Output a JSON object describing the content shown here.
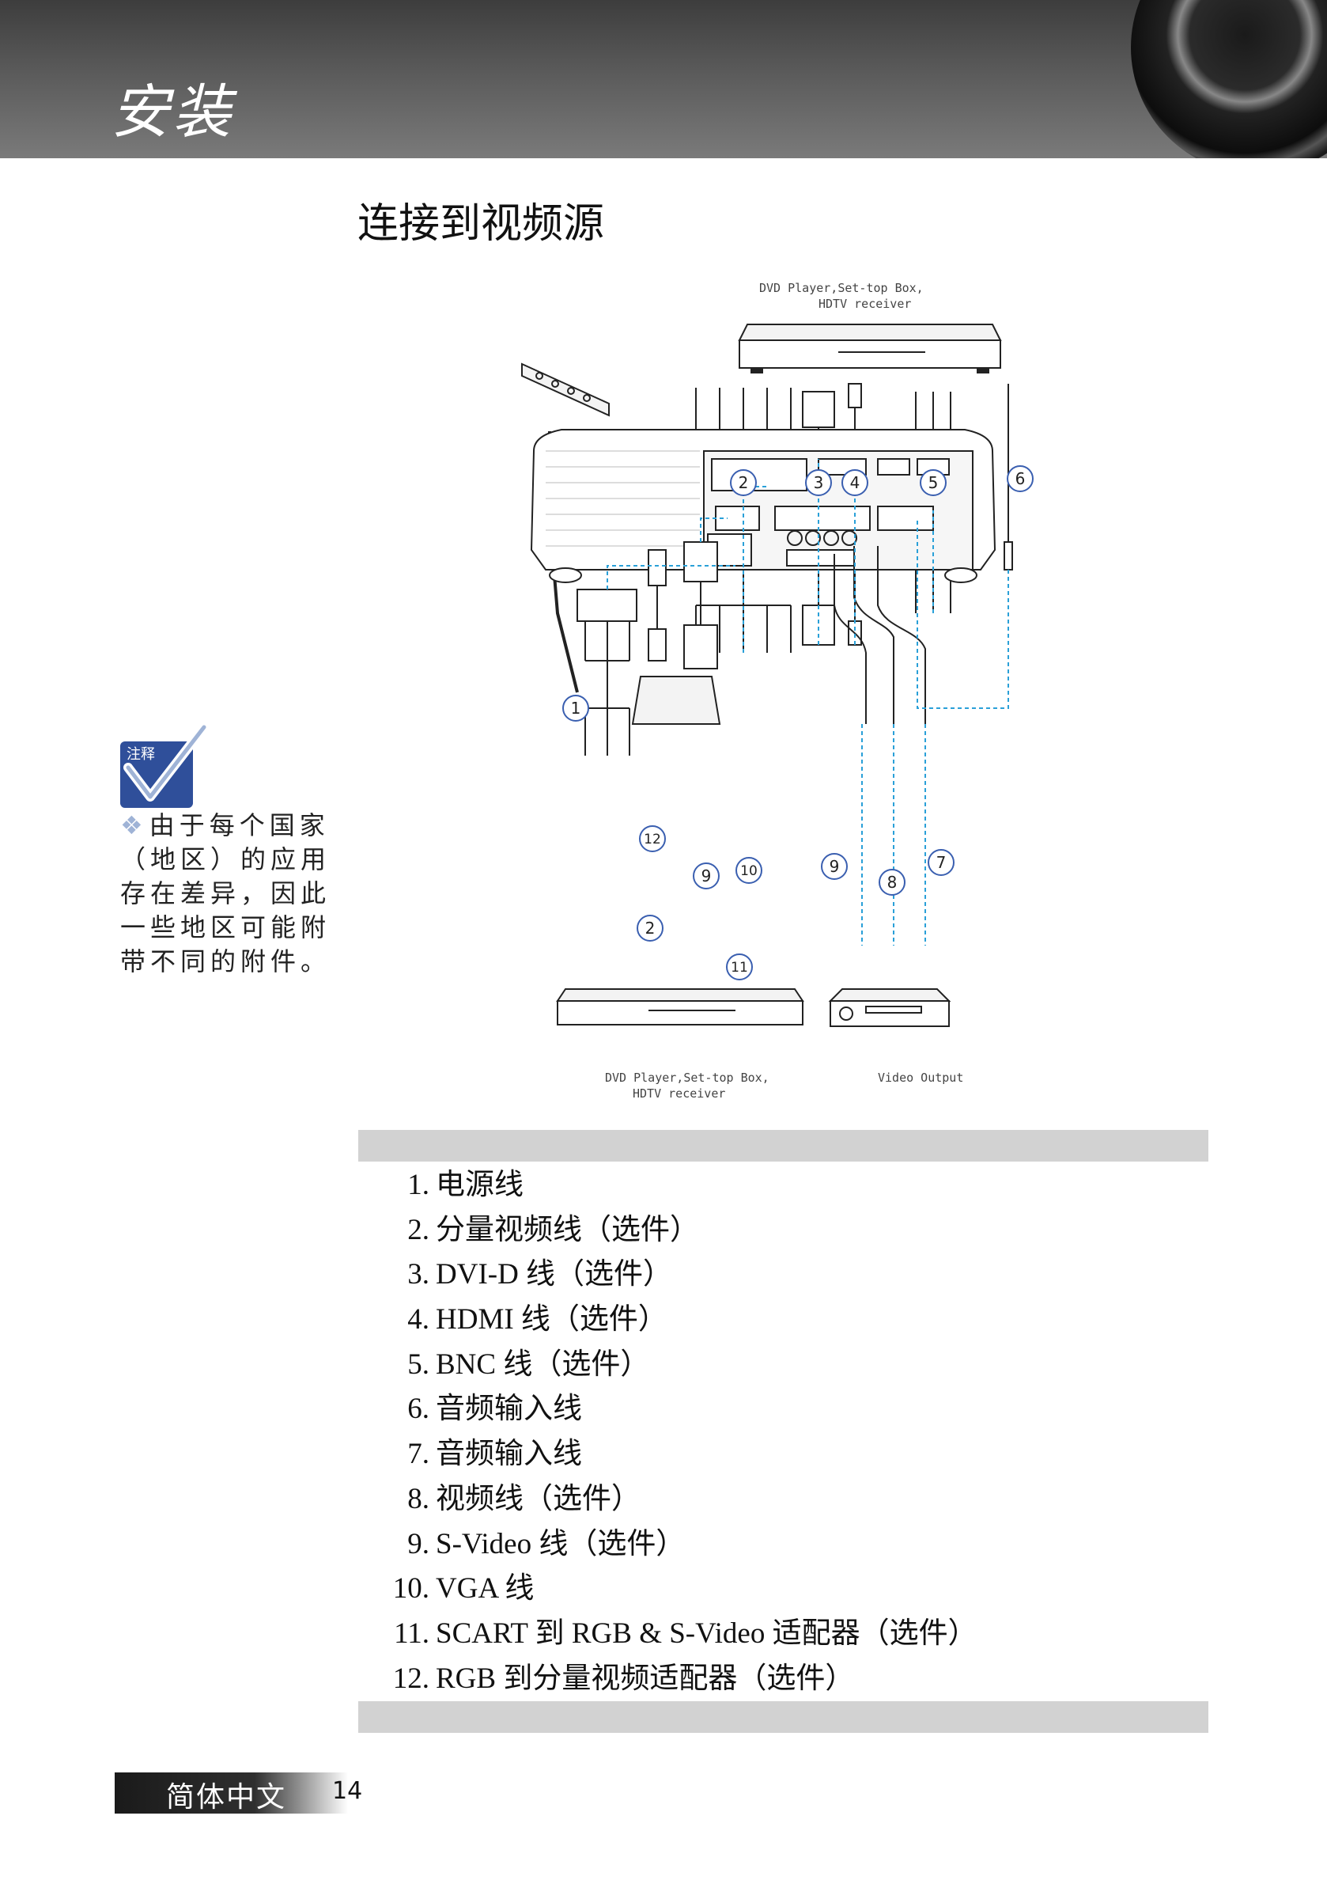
{
  "header": {
    "title": "安装"
  },
  "section_title": "连接到视频源",
  "note": {
    "icon_label": "注释",
    "text": "由于每个国家（地区）的应用存在差异，因此一些地区可能附带不同的附件。"
  },
  "diagram": {
    "top_device_label_line1": "DVD Player,Set-top Box,",
    "top_device_label_line2": "HDTV receiver",
    "bottom_device_label_line1": "DVD Player,Set-top Box,",
    "bottom_device_label_line2": "HDTV receiver",
    "video_output_label": "Video Output",
    "callouts": [
      "1",
      "2",
      "3",
      "4",
      "5",
      "6",
      "7",
      "8",
      "9",
      "10",
      "11",
      "12",
      "2",
      "9"
    ]
  },
  "cables": [
    {
      "num": "1.",
      "label": "电源线"
    },
    {
      "num": "2.",
      "label": "分量视频线（选件）"
    },
    {
      "num": "3.",
      "label": "DVI-D 线（选件）"
    },
    {
      "num": "4.",
      "label": "HDMI 线（选件）"
    },
    {
      "num": "5.",
      "label": "BNC 线（选件）"
    },
    {
      "num": "6.",
      "label": "音频输入线"
    },
    {
      "num": "7.",
      "label": "音频输入线"
    },
    {
      "num": "8.",
      "label": "视频线（选件）"
    },
    {
      "num": "9.",
      "label": "S-Video 线（选件）"
    },
    {
      "num": "10.",
      "label": "VGA 线"
    },
    {
      "num": "11.",
      "label": "SCART 到 RGB & S-Video 适配器（选件）"
    },
    {
      "num": "12.",
      "label": "RGB 到分量视频适配器（选件）"
    }
  ],
  "footer": {
    "language": "简体中文",
    "page": "14"
  },
  "colors": {
    "header_dark": "#3d3d3d",
    "band_gray": "#d2d2d2",
    "callout_blue": "#3a5fb0",
    "dash_blue": "#2aa0d8",
    "note_blue": "#2f4f9a"
  }
}
